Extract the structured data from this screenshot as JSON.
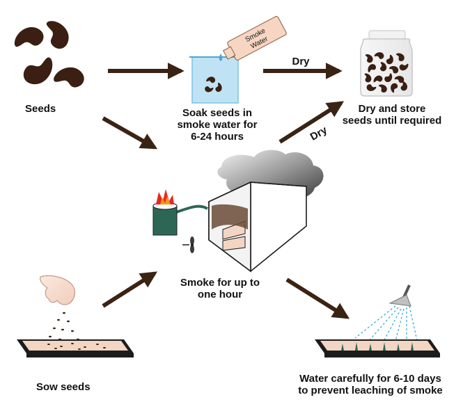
{
  "steps": {
    "seeds": "Seeds",
    "soak": [
      "Soak seeds in",
      "smoke water for",
      "6-24 hours"
    ],
    "store": [
      "Dry and store",
      "seeds until required"
    ],
    "smoke": [
      "Smoke for up to",
      "one hour"
    ],
    "sow": "Sow seeds",
    "water": [
      "Water carefully for 6-10 days",
      "to prevent leaching of smoke"
    ]
  },
  "arrow_labels": {
    "dry_top": "Dry",
    "dry_diagonal": "Dry"
  },
  "bottle_label": [
    "Smoke",
    "Water"
  ],
  "colors": {
    "arrow": "#3b2314",
    "seed": "#3a1f12",
    "water": "#bfe3f4",
    "tray_fill": "#f2d5c2",
    "tray_frame": "#1c1c1c",
    "flame": "#e8281e",
    "cylinder": "#2e6655",
    "spray": "#2aa6d1"
  }
}
